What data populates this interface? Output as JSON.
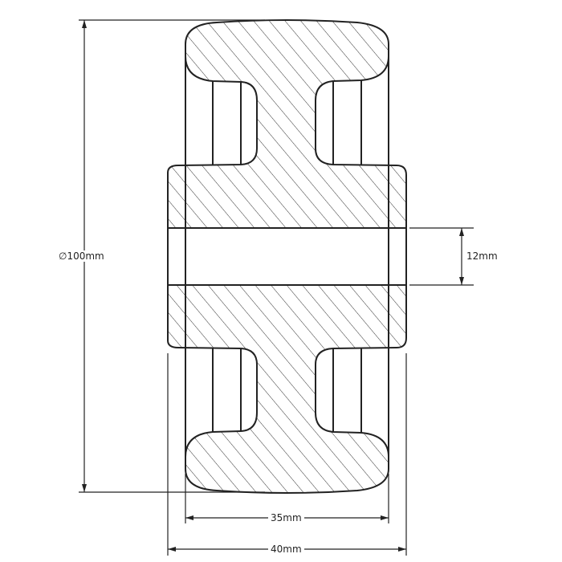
{
  "drawing": {
    "diameter_label": "∅100mm",
    "bore_label": "12mm",
    "tread_width_label": "35mm",
    "hub_width_label": "40mm",
    "line_color": "#222222"
  }
}
